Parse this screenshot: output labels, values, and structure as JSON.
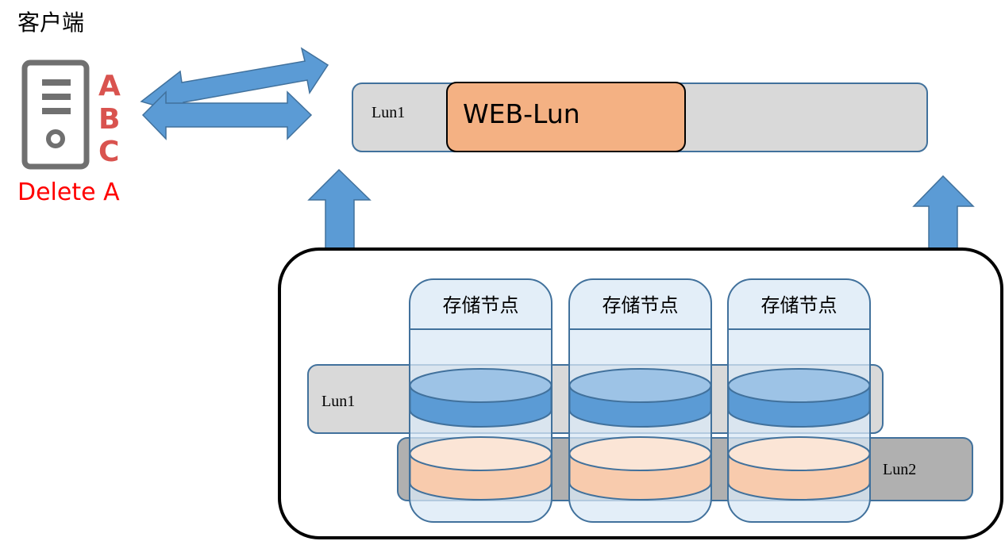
{
  "client": {
    "title": "客户端",
    "icon": "server-icon",
    "files": [
      "A",
      "B",
      "C"
    ],
    "annotation": "Delete A"
  },
  "web_lun": {
    "container_label": "Lun1",
    "label": "WEB-Lun"
  },
  "cluster": {
    "nodes": [
      {
        "label": "存储节点"
      },
      {
        "label": "存储节点"
      },
      {
        "label": "存储节点"
      }
    ],
    "luns": [
      {
        "label": "Lun1"
      },
      {
        "label": "Lun2"
      }
    ]
  },
  "colors": {
    "arrow": "#5b9bd5",
    "web_lun": "#f4b183",
    "lun1_disk_top": "#9dc3e6",
    "lun1_disk_side": "#5b9bd5",
    "lun2_disk_top": "#fbe5d6",
    "lun2_disk_side": "#f8cbad",
    "node_fill": "#dae8f5",
    "annotation": "#ff0000",
    "files": "#d9534f"
  }
}
